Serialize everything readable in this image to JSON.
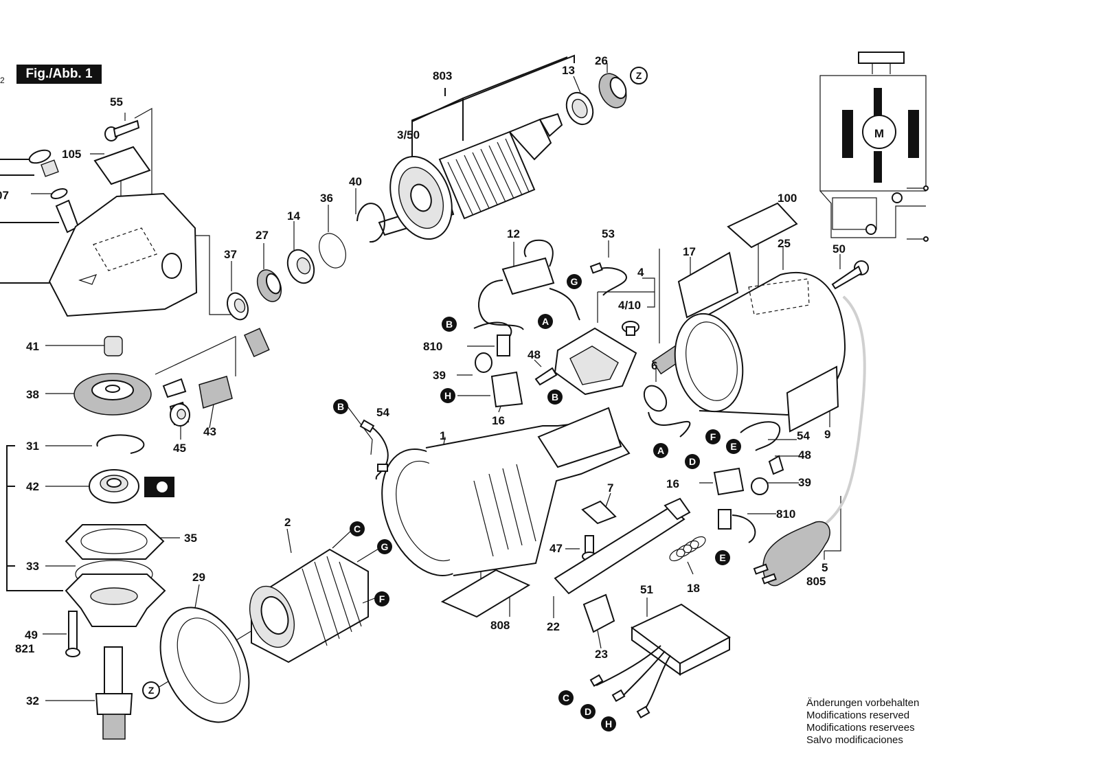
{
  "figure_label": "Fig./Abb. 1",
  "page_mark": "2",
  "notes": [
    "Änderungen vorbehalten",
    "Modifications reserved",
    "Modifications reservees",
    "Salvo modificaciones"
  ],
  "schematic": {
    "motor_label": "M"
  },
  "part_numbers": [
    "803",
    "13",
    "26",
    "3/50",
    "40",
    "36",
    "14",
    "27",
    "37",
    "55",
    "105",
    "07",
    "41",
    "38",
    "45",
    "43",
    "31",
    "42",
    "35",
    "33",
    "49",
    "821",
    "32",
    "29",
    "2",
    "54",
    "1",
    "12",
    "53",
    "4",
    "4/10",
    "810",
    "48",
    "39",
    "16",
    "6",
    "17",
    "100",
    "25",
    "50",
    "9",
    "54",
    "48",
    "39",
    "16",
    "810",
    "7",
    "47",
    "18",
    "22",
    "23",
    "51",
    "808",
    "5",
    "805"
  ],
  "connection_markers": {
    "filled": [
      "B",
      "A",
      "G",
      "H",
      "B",
      "B",
      "C",
      "G",
      "F",
      "A",
      "F",
      "E",
      "D",
      "E",
      "C",
      "D",
      "H"
    ],
    "outlined": [
      "Z",
      "Z"
    ]
  },
  "icons": {
    "grease": "grease-tube-icon",
    "motor": "motor-symbol-icon"
  }
}
